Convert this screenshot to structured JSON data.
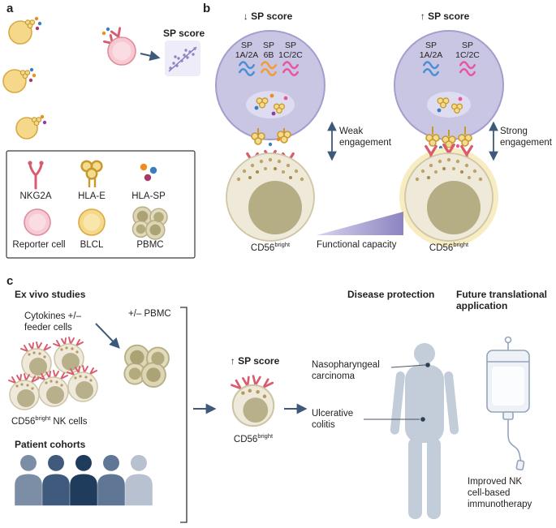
{
  "figure": {
    "panel_a_label": "a",
    "panel_b_label": "b",
    "panel_c_label": "c"
  },
  "panel_a": {
    "sp_score": "SP score",
    "legend": {
      "nkg2a": "NKG2A",
      "hla_e": "HLA-E",
      "hla_sp": "HLA-SP",
      "reporter_cell": "Reporter cell",
      "blcl": "BLCL",
      "pbmc": "PBMC"
    }
  },
  "panel_b": {
    "low_title": "↓ SP score",
    "high_title": "↑ SP score",
    "low_genes": [
      {
        "line1": "SP",
        "line2": "1A/2A"
      },
      {
        "line1": "SP",
        "line2": "6B"
      },
      {
        "line1": "SP",
        "line2": "1C/2C"
      }
    ],
    "high_genes": [
      {
        "line1": "SP",
        "line2": "1A/2A"
      },
      {
        "line1": "SP",
        "line2": "1C/2C"
      }
    ],
    "weak_line1": "Weak",
    "weak_line2": "engagement",
    "strong_line1": "Strong",
    "strong_line2": "engagement",
    "cd56_base": "CD56",
    "cd56_sup": "bright",
    "functional_capacity": "Functional capacity"
  },
  "panel_c": {
    "ex_vivo": "Ex vivo studies",
    "cytokines_line1": "Cytokines +/–",
    "cytokines_line2": "feeder cells",
    "pbmc_label": "+/– PBMC",
    "cd56_base": "CD56",
    "cd56_sup": "bright",
    "nk_cells_suffix": " NK cells",
    "patient_cohorts": "Patient cohorts",
    "sp_score_up": "↑ SP score",
    "disease_protection": "Disease protection",
    "disease1_line1": "Nasopharyngeal",
    "disease1_line2": "carcinoma",
    "disease2_line1": "Ulcerative",
    "disease2_line2": "colitis",
    "future_line1": "Future translational",
    "future_line2": "application",
    "outcome_line1": "Improved NK",
    "outcome_line2": "cell-based",
    "outcome_line3": "immunotherapy",
    "cohort_colors": [
      "#7b8ea6",
      "#3f5a7d",
      "#203c5c",
      "#5f7795",
      "#b7c1d0"
    ]
  },
  "colors": {
    "sp_1a2a_blue": "#4a8fd4",
    "sp_6b_orange": "#f59b31",
    "sp_1c2c_pink": "#e8559e",
    "hla_sp_orange": "#f08c1e",
    "hla_sp_blue": "#3b7dc0",
    "hla_sp_magenta": "#a83a68",
    "nkg2a_red": "#d85c6e",
    "hla_e_yellow": "#c9992e",
    "arrow_navy": "#3e5a7b",
    "purple_cell": "#c9c6e3",
    "nk_cell_body": "#efe9da",
    "silhouette_blue": "#c3ccd9"
  }
}
